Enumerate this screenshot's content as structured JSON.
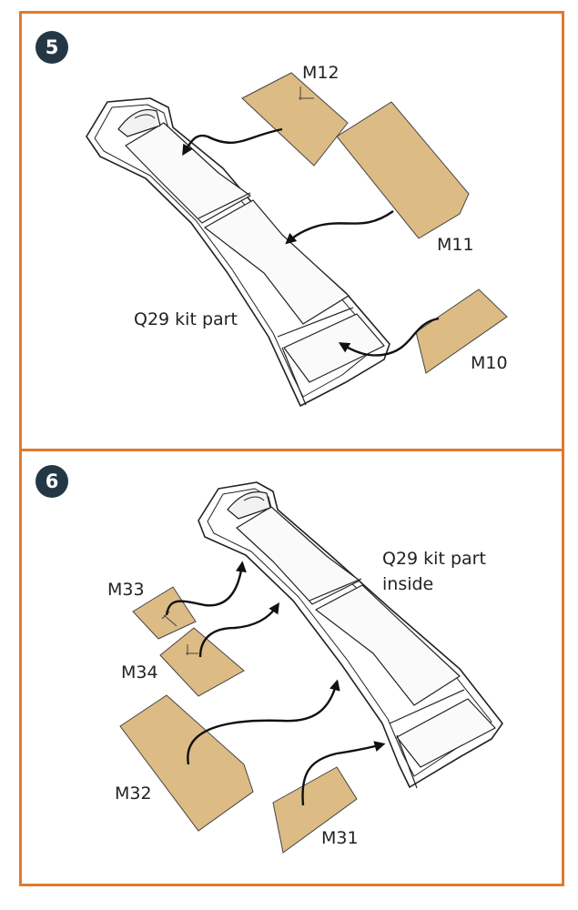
{
  "steps": [
    {
      "number": "5",
      "kit_part_label": "Q29 kit part",
      "parts": {
        "m12": "M12",
        "m11": "M11",
        "m10": "M10"
      }
    },
    {
      "number": "6",
      "kit_part_label_line1": "Q29 kit part",
      "kit_part_label_line2": "inside",
      "parts": {
        "m33": "M33",
        "m34": "M34",
        "m32": "M32",
        "m31": "M31"
      }
    }
  ],
  "colors": {
    "frame": "#e07a2c",
    "badge": "#243744",
    "part_fill": "#dcbb85"
  }
}
